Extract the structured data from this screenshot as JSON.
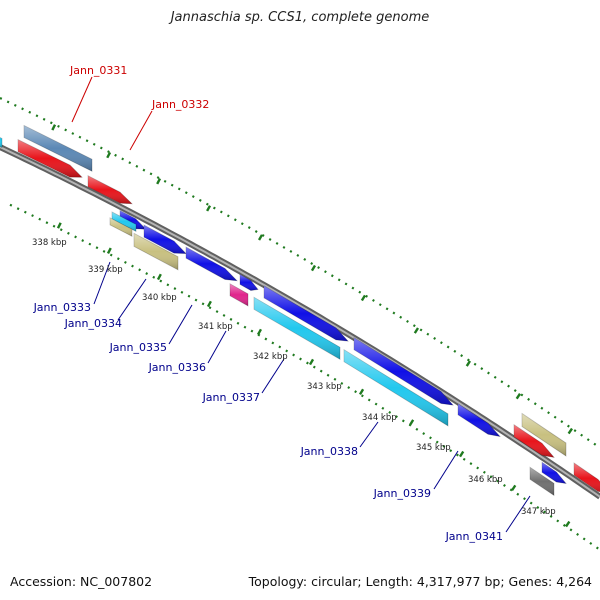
{
  "title": "Jannaschia sp. CCS1, complete genome",
  "footer": {
    "accession": "Accession: NC_007802",
    "summary": "Topology: circular; Length: 4,317,977 bp; Genes: 4,264"
  },
  "colors": {
    "backbone": "#808080",
    "tick": "#1f7a1f",
    "forward_label": "#cc0000",
    "reverse_label": "#00008b",
    "red": "#e8141b",
    "steelblue": "#5b88b5",
    "blue": "#1010e6",
    "cyan": "#22c8ee",
    "khaki": "#c8c080",
    "magenta": "#e0248c",
    "gray": "#707070"
  },
  "kbp_labels": [
    "338 kbp",
    "339 kbp",
    "340 kbp",
    "341 kbp",
    "342 kbp",
    "343 kbp",
    "344 kbp",
    "345 kbp",
    "346 kbp",
    "347 kbp"
  ],
  "gene_labels": {
    "forward": [
      "Jann_0331",
      "Jann_0332"
    ],
    "reverse": [
      "Jann_0333",
      "Jann_0334",
      "Jann_0335",
      "Jann_0336",
      "Jann_0337",
      "Jann_0338",
      "Jann_0339",
      "Jann_0341"
    ]
  }
}
